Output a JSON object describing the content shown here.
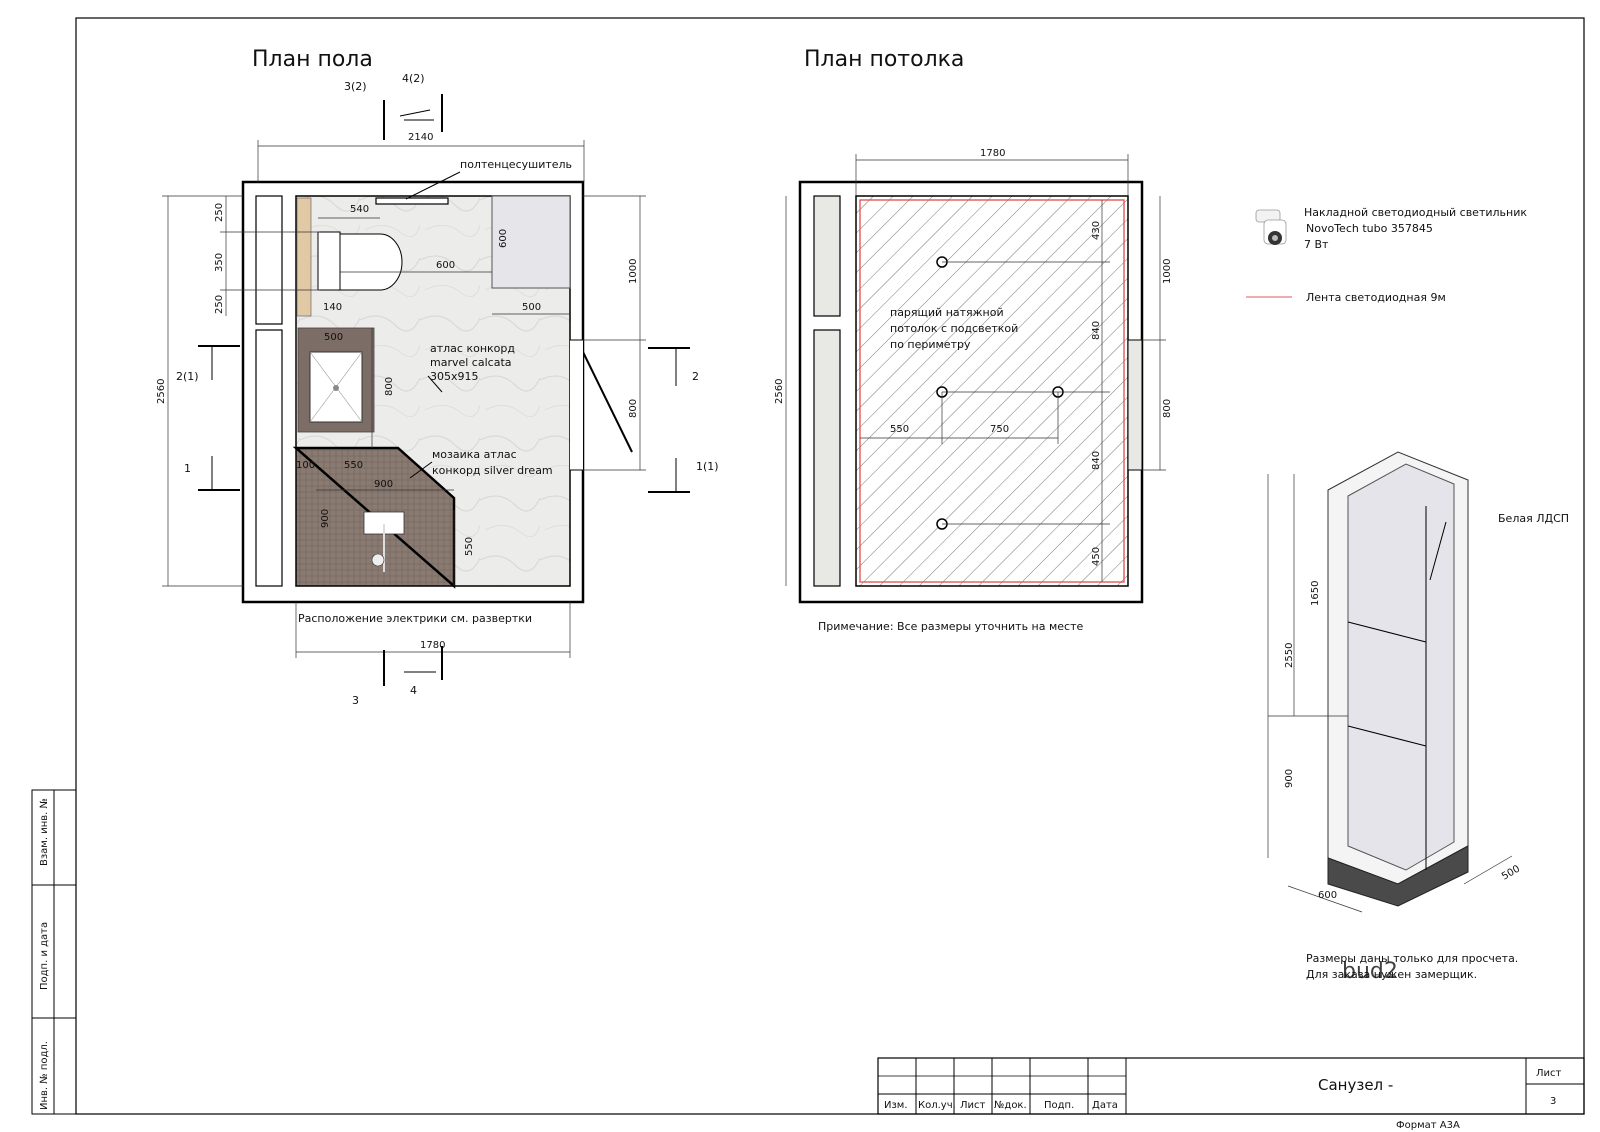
{
  "floor_plan": {
    "title": "План пола",
    "dims": {
      "top_width": "2140",
      "left_height": "2560",
      "bottom_width": "1780",
      "d250a": "250",
      "d350": "350",
      "d250b": "250",
      "d540": "540",
      "d600h": "600",
      "d600v": "600",
      "d140": "140",
      "d500a": "500",
      "d500b": "500",
      "d800": "800",
      "d100": "100",
      "d550": "550",
      "d900h": "900",
      "d900v": "900",
      "d550v": "550",
      "right_1000": "1000",
      "right_800": "800"
    },
    "sections": {
      "s3_2": "3(2)",
      "s4_2": "4(2)",
      "s2_1": "2(1)",
      "s2": "2",
      "s1": "1",
      "s1_1": "1(1)",
      "s3": "3",
      "s4": "4"
    },
    "labels": {
      "towel": "полтенцесушитель",
      "tile1": "атлас конкорд",
      "tile2": "marvel calcata",
      "tile3": "305x915",
      "mosaic1": "мозаика атлас",
      "mosaic2": "конкорд silver dream"
    },
    "note": "Расположение электрики см. развертки"
  },
  "ceiling_plan": {
    "title": "План потолка",
    "dims": {
      "top_width": "1780",
      "left_height": "2560",
      "d430": "430",
      "d840a": "840",
      "d840b": "840",
      "d450": "450",
      "d550": "550",
      "d750": "750",
      "right_1000": "1000",
      "right_800": "800"
    },
    "label1": "парящий натяжной",
    "label2": "потолок с подсветкой",
    "label3": "по периметру",
    "note": "Примечание: Все размеры уточнить на месте"
  },
  "legend": {
    "lamp_line1": "Накладной светодиодный светильник",
    "lamp_line2": "NovoTech tubo 357845",
    "lamp_line3": "7 Вт",
    "strip": "Лента светодиодная 9м",
    "colors": {
      "strip": "#e05a5a"
    }
  },
  "cabinet": {
    "label": "Белая ЛДСП",
    "dims": {
      "h2550": "2550",
      "h1650": "1650",
      "h900": "900",
      "w600": "600",
      "d500": "500"
    },
    "note1": "Размеры даны только для просчета.",
    "note2": "Для заказа нужен замерщик.",
    "watermark": "bud2"
  },
  "titleblock": {
    "columns": [
      "Изм.",
      "Кол.уч.",
      "Лист",
      "№док.",
      "Подп.",
      "Дата"
    ],
    "project": "Санузел -",
    "sheet_label": "Лист",
    "sheet_number": "3",
    "format": "Формат А3А"
  },
  "side_stamp": {
    "a": "Взам. инв. №",
    "b": "Подп. и дата",
    "c": "Инв. № подл."
  }
}
